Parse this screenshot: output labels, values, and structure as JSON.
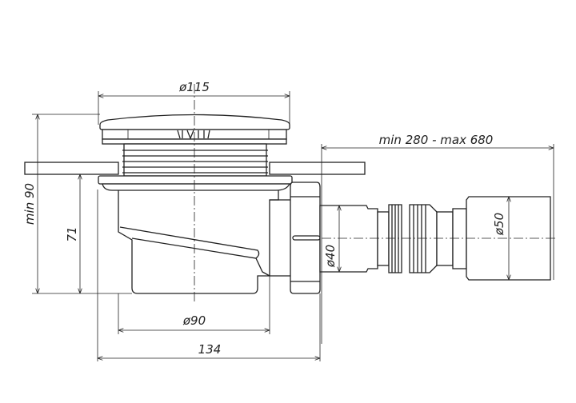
{
  "drawing": {
    "title": "Shower drain dimensional drawing",
    "dimensions": {
      "cap_diameter": "ø115",
      "body_diameter": "ø90",
      "total_width": "134",
      "min_height": "min 90",
      "body_height": "71",
      "outlet_diameter": "ø40",
      "pipe_diameter": "ø50",
      "pipe_length": "min 280 - max 680"
    },
    "line_color": "#222222"
  }
}
